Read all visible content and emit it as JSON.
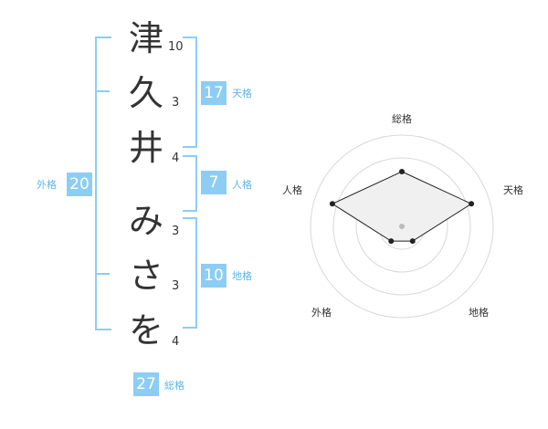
{
  "name_chars": [
    {
      "char": "津",
      "strokes": "10"
    },
    {
      "char": "久",
      "strokes": "3"
    },
    {
      "char": "井",
      "strokes": "4"
    },
    {
      "char": "み",
      "strokes": "3"
    },
    {
      "char": "さ",
      "strokes": "3"
    },
    {
      "char": "を",
      "strokes": "4"
    }
  ],
  "kaku": {
    "tenkaku": {
      "value": "17",
      "label": "天格"
    },
    "jinkaku": {
      "value": "7",
      "label": "人格"
    },
    "chikaku": {
      "value": "10",
      "label": "地格"
    },
    "gaikaku": {
      "value": "20",
      "label": "外格"
    },
    "soukaku": {
      "value": "27",
      "label": "総格"
    }
  },
  "colors": {
    "badge": "#8dcdf4",
    "label": "#5bb5ec",
    "text": "#333333",
    "radar_fill": "#f0f0f0"
  },
  "chart_data": {
    "type": "radar",
    "axes": [
      "総格",
      "天格",
      "地格",
      "外格",
      "人格"
    ],
    "values": [
      3,
      4,
      1,
      1,
      4
    ],
    "range": [
      0,
      5
    ],
    "rings": 4
  }
}
